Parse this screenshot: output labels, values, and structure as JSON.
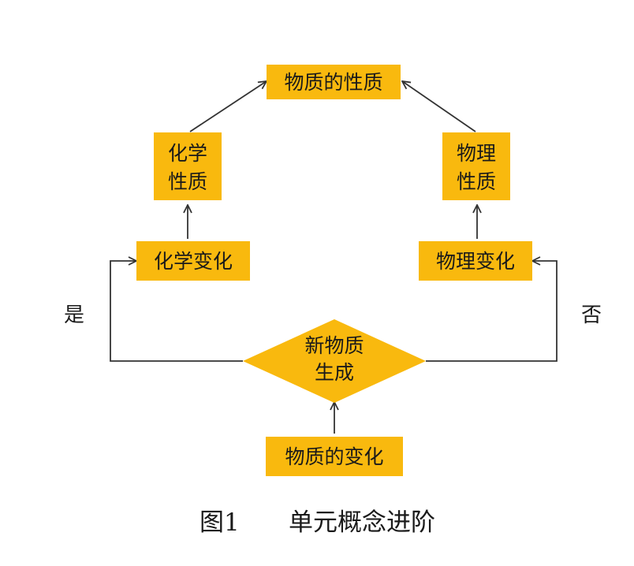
{
  "colors": {
    "box_fill": "#F9B90E",
    "line": "#333333",
    "text": "#1a1a1a"
  },
  "nodes": {
    "material_properties": "物质的性质",
    "chemical_properties_line1": "化学",
    "chemical_properties_line2": "性质",
    "physical_properties_line1": "物理",
    "physical_properties_line2": "性质",
    "chemical_change": "化学变化",
    "physical_change": "物理变化",
    "new_substance_line1": "新物质",
    "new_substance_line2": "生成",
    "material_change": "物质的变化"
  },
  "branch_labels": {
    "yes": "是",
    "no": "否"
  },
  "caption": {
    "figure_number": "图1",
    "title": "单元概念进阶"
  }
}
